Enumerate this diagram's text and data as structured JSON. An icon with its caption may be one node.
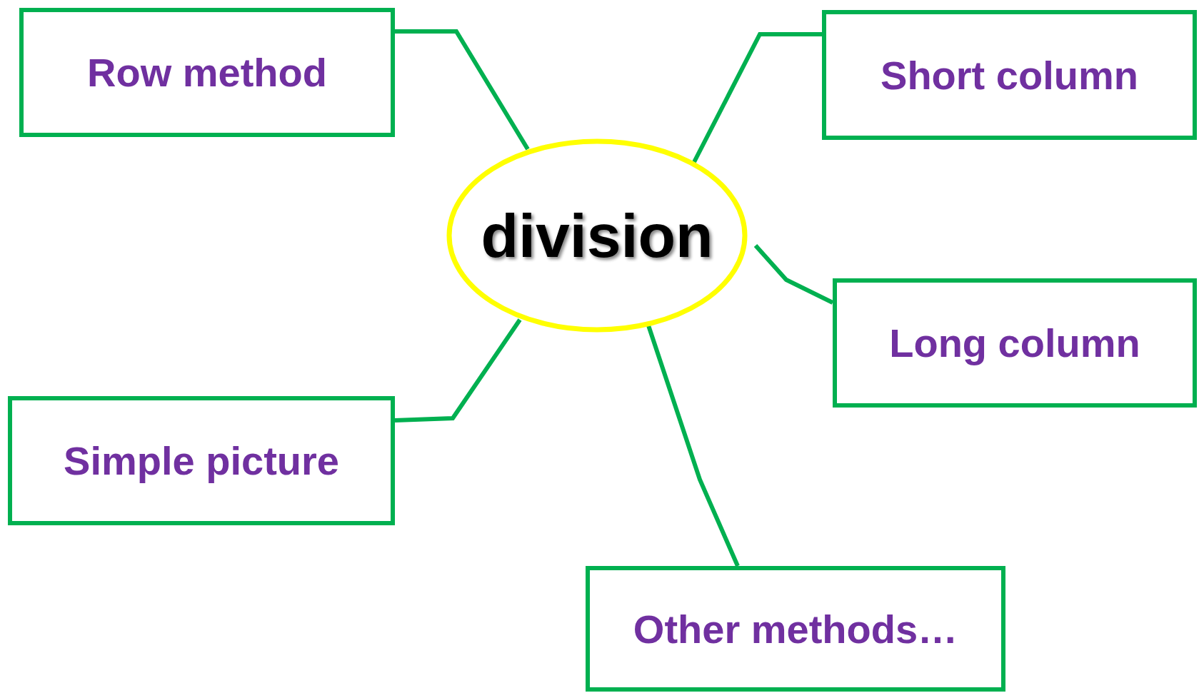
{
  "diagram": {
    "nodes": [
      {
        "text": [
          "Row method"
        ]
      },
      {
        "text": [
          "Short column"
        ]
      },
      {
        "text": [
          "division"
        ]
      },
      {
        "text": [
          "Long column"
        ]
      },
      {
        "text": [
          "Simple picture"
        ]
      },
      {
        "text": [
          "Other methods…"
        ]
      }
    ],
    "edges": [
      {
        "from": 2,
        "to": 0,
        "arrow": "none"
      },
      {
        "from": 2,
        "to": 1,
        "arrow": "none"
      },
      {
        "from": 2,
        "to": 3,
        "arrow": "none"
      },
      {
        "from": 2,
        "to": 4,
        "arrow": "none"
      },
      {
        "from": 2,
        "to": 5,
        "arrow": "none"
      }
    ]
  }
}
